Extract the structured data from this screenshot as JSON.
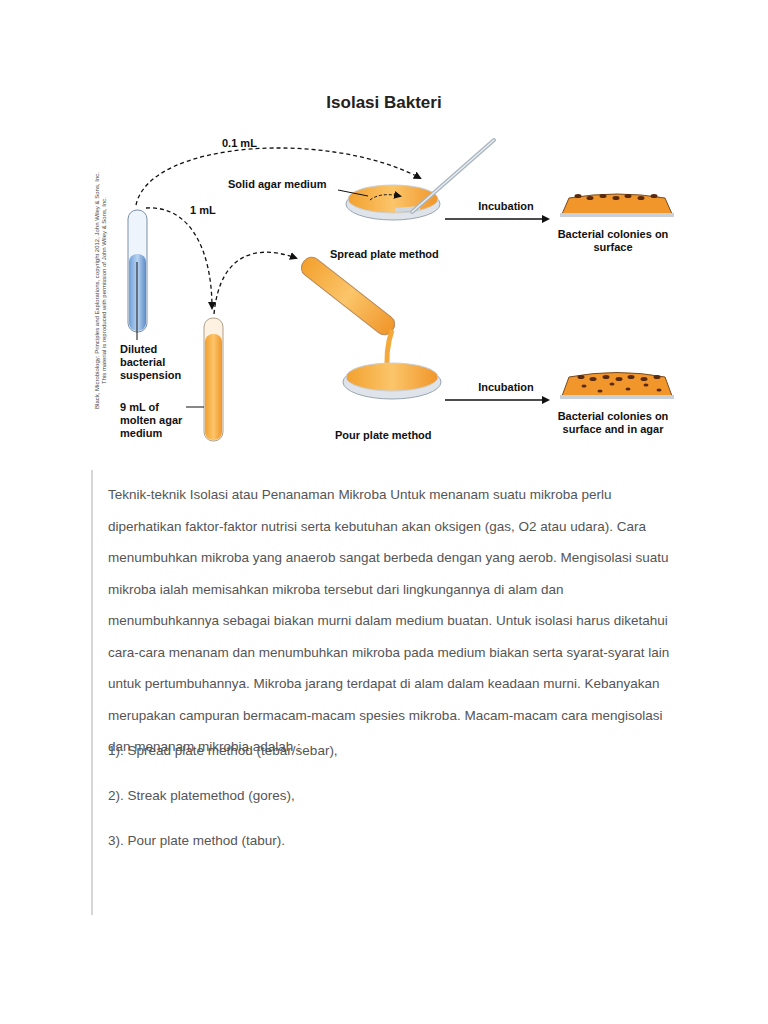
{
  "diagram": {
    "title": "Isolasi Bakteri",
    "labels": [
      "Black, Microbiology: Principles and Explorations, copyright 2012, John Wiley & Sons, Inc.",
      "This material is reproduced with permission of John Wiley & Sons, Inc.",
      "0.1 mL",
      "1 mL",
      "Solid agar medium",
      "Spread plate method",
      "Incubation",
      "Bacterial colonies on surface",
      "Diluted bacterial suspension",
      "9 mL of molten agar medium",
      "Pour plate method",
      "Incubation",
      "Bacterial colonies on surface and in agar",
      "Teknik-teknik Isolasi atau Penanaman Mikroba Untuk menanam suatu mikroba perlu diperhatikan faktor-faktor nutrisi serta kebutuhan akan oksigen (gas, O2 atau udara). Cara menumbuhkan mikroba yang anaerob sangat berbeda dengan yang aerob. Mengisolasi suatu mikroba ialah memisahkan mikroba tersebut dari lingkungannya di alam dan menumbuhkannya sebagai biakan murni dalam medium buatan. Untuk isolasi harus diketahui cara-cara menanam dan menumbuhkan mikroba pada medium biakan serta syarat-syarat lain untuk pertumbuhannya. Mikroba jarang terdapat di alam dalam keadaan murni. Kebanyakan merupakan campuran bermacam-macam spesies mikroba. Macam-macam cara mengisolasi dan menanam mikrobia adalah :",
      "1). Spread plate method (tebar/sebar),",
      "2). Streak platemethod (gores),",
      "3). Pour plate method (tabur)."
    ]
  }
}
